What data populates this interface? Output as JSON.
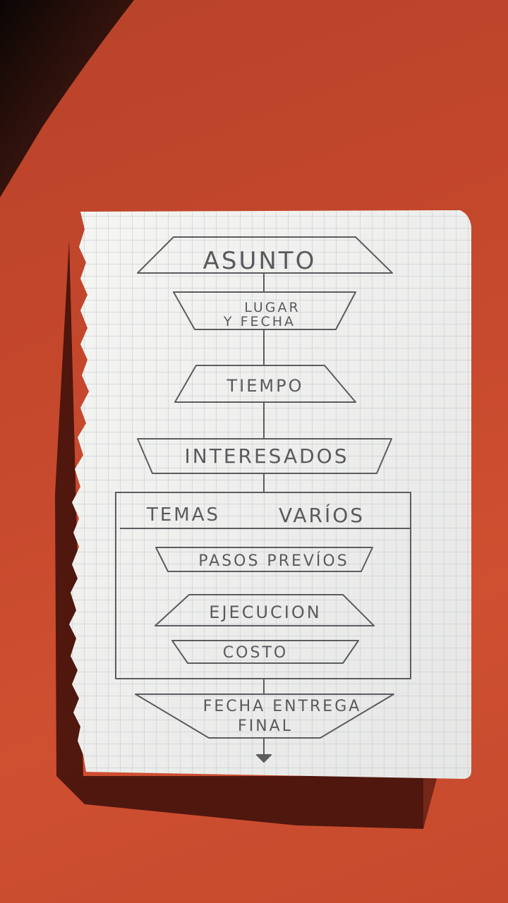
{
  "photo": {
    "subject": "hand-drawn-flowchart-on-graph-paper",
    "colors": {
      "background": "#c64a2e",
      "paper": "#f2f2ef",
      "grid": "#b9c3cf",
      "pencil": "#5a5a5e"
    }
  },
  "flowchart": {
    "asunto": "ASUNTO",
    "lugar_line1": "LUGAR",
    "lugar_line2": "Y FECHA",
    "tiempo": "TIEMPO",
    "interesados": "INTERESADOS",
    "temas": "TEMAS",
    "varios": "VARÍOS",
    "pasos_previos": "PASOS PREVÍOS",
    "ejecucion": "EJECUCION",
    "costo": "COSTO",
    "fecha_line1": "FECHA ENTREGA",
    "fecha_line2": "FINAL"
  }
}
